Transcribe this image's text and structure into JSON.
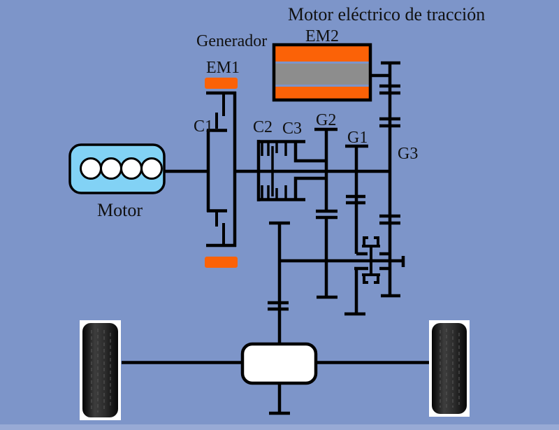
{
  "diagram": {
    "title": "Motor eléctrico de tracción",
    "labels": {
      "em2": "EM2",
      "generator": "Generador",
      "em1": "EM1",
      "c1": "C1",
      "c2": "C2",
      "c3": "C3",
      "g2": "G2",
      "g1": "G1",
      "g3": "G3",
      "engine": "Motor"
    },
    "colors": {
      "background": "#7d95c9",
      "background_bottom_strip": "#98aad5",
      "line": "#000000",
      "motor_orange": "#fb6207",
      "stator_gray": "#8d8d8d",
      "engine_blue": "#82d2f5",
      "cylinder_white": "#ffffff",
      "diff_white": "#ffffff",
      "wheel_patch": "#ffffff",
      "tire_dark": "#111111"
    }
  }
}
